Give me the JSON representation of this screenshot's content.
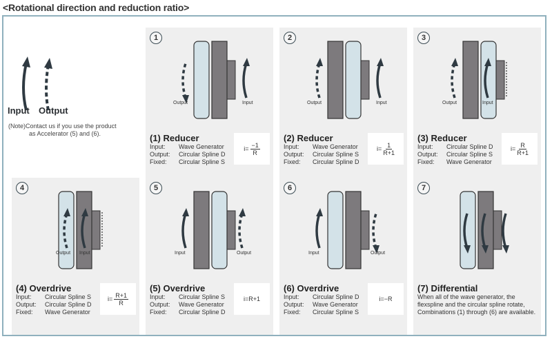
{
  "title": "<Rotational direction and reduction ratio>",
  "legend": {
    "input_label": "Input",
    "output_label": "Output",
    "note_line1": "(Note)Contact us if you use the product",
    "note_line2": "as Accelerator (5) and (6)."
  },
  "labels": {
    "input": "Input",
    "output": "Output"
  },
  "field_keys": {
    "input": "Input:",
    "output": "Output:",
    "fixed": "Fixed:"
  },
  "panels": [
    {
      "number": "1",
      "title": "(1)  Reducer",
      "input": "Wave Generator",
      "output": "Circular Spline D",
      "fixed": "Circular Spline S",
      "formula_prefix": "i=",
      "formula_num": "−1",
      "formula_den": "R",
      "formula_inline": ""
    },
    {
      "number": "2",
      "title": "(2)  Reducer",
      "input": "Wave Generator",
      "output": "Circular Spline S",
      "fixed": "Circular Spline D",
      "formula_prefix": "i=",
      "formula_num": "1",
      "formula_den": "R+1",
      "formula_inline": ""
    },
    {
      "number": "3",
      "title": "(3)  Reducer",
      "input": "Circular Spline D",
      "output": "Circular Spline S",
      "fixed": "Wave Generator",
      "formula_prefix": "i=",
      "formula_num": "R",
      "formula_den": "R+1",
      "formula_inline": ""
    },
    {
      "number": "4",
      "title": "(4)  Overdrive",
      "input": "Circular Spline S",
      "output": "Circular Spline D",
      "fixed": "Wave Generator",
      "formula_prefix": "i=",
      "formula_num": "R+1",
      "formula_den": "R",
      "formula_inline": ""
    },
    {
      "number": "5",
      "title": "(5)  Overdrive",
      "input": "Circular Spline S",
      "output": "Wave Generator",
      "fixed": "Circular Spline D",
      "formula_inline": "i=R+1"
    },
    {
      "number": "6",
      "title": "(6)  Overdrive",
      "input": "Circular Spline D",
      "output": "Wave Generator",
      "fixed": "Circular Spline S",
      "formula_inline": "i=−R"
    },
    {
      "number": "7",
      "title": "(7)  Differential",
      "description": "When all of the wave generator, the flexspline and the circular spline rotate, Combinations (1) through (6) are available."
    }
  ],
  "colors": {
    "frame_border": "#8fb0bd",
    "panel_bg": "#efefef",
    "light_spline": "#d3e2e8",
    "dark_spline": "#7d7a7d",
    "arrow": "#2f3a42"
  }
}
